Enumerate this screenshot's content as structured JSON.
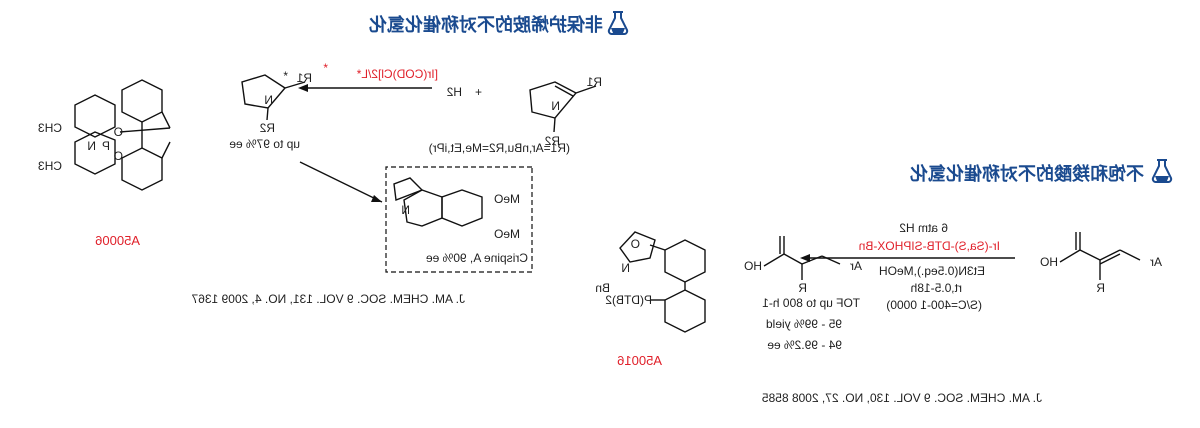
{
  "sections": [
    {
      "title": "非保护烯胺的不对称催化氢化",
      "icon": "flask-icon",
      "catalyst_code": "A50006",
      "reaction": {
        "reagent_h2": "H2",
        "plus": "+",
        "reagent_r1": "R1",
        "reagent_r2": "R2",
        "catalyst": "[Ir(COD)Cl]2/L*",
        "product_r1": "R1",
        "product_r2": "R2",
        "star": "*",
        "conditions": "(R1=Ar,nBu,R2=Me,Et,iPr)",
        "ee_note": "up to 97% ee"
      },
      "ligand_labels": {
        "ch3_top": "CH3",
        "ch3_bottom": "CH3",
        "n": "N",
        "p": "P",
        "o_top": "O",
        "o_bottom": "O"
      },
      "application": {
        "name": "Crispine A, 90% ee",
        "meo1": "MeO",
        "meo2": "MeO",
        "n": "N"
      },
      "reference": "J. AM. CHEM. SOC. 9 VOL. 131, NO. 4, 2009 1367"
    },
    {
      "title": "不饱和羧酸的不对称催化氢化",
      "icon": "flask-icon",
      "catalyst_code": "A50016",
      "reaction": {
        "sub_ho": "HO",
        "sub_ar": "Ar",
        "sub_r": "R",
        "cond1": "6 atm H2",
        "catalyst": "Ir-(Sa,S)-DTB-SIPHOX-Bn",
        "cond2": "Et3N(0.5eq.),MeOH",
        "cond3": "rt,0.5-18h",
        "cond4": "(S/C=400-1 0000)",
        "prod_ho": "HO",
        "prod_ar": "Ar",
        "prod_r": "R",
        "tof": "TOF up to 800 h-1",
        "yield": "95 - 99% yield",
        "ee": "94 - 99.2% ee"
      },
      "ligand_labels": {
        "o": "O",
        "n": "N",
        "bn": "Bn",
        "p": "P(DTB)2"
      },
      "reference": "J. AM. CHEM. SOC. 9 VOL. 130, NO. 27, 2008 8585"
    }
  ],
  "colors": {
    "title": "#1a4a8f",
    "highlight": "#e0202a",
    "text": "#1e1e1e"
  }
}
